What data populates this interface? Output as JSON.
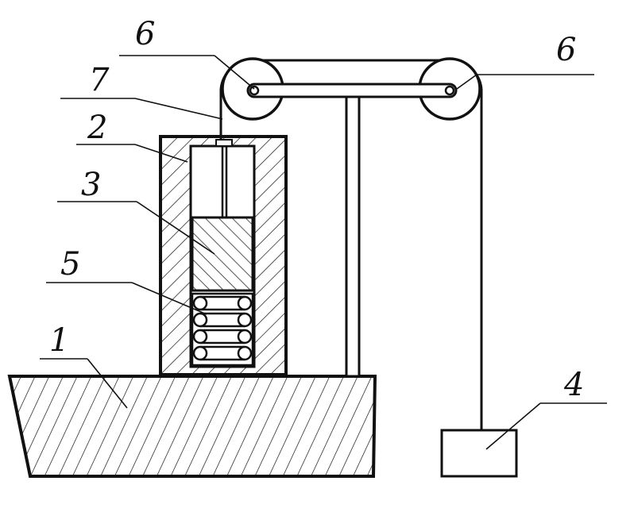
{
  "labels": {
    "base": "1",
    "housing": "2",
    "piston": "3",
    "weight": "4",
    "spring": "5",
    "pulley_left": "6",
    "pulley_right": "6",
    "rope": "7"
  },
  "colors": {
    "ink": "#111111",
    "paper": "#ffffff"
  }
}
